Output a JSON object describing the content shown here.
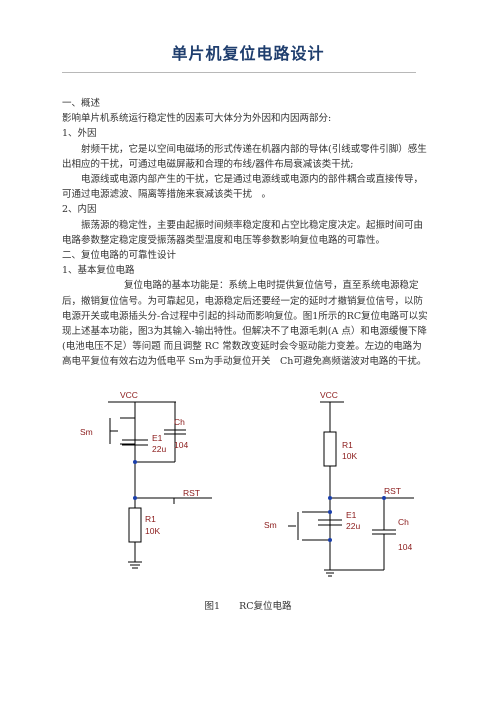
{
  "title": "单片机复位电路设计",
  "paragraphs": [
    "一、概述",
    "影响单片机系统运行稳定性的因素可大体分为外因和内因两部分:",
    "1、外因",
    "射频干扰，它是以空间电磁场的形式传递在机器内部的导体(引线或零件引脚）感生出相应的干扰，可通过电磁屏蔽和合理的布线/器件布局衰减该类干扰;",
    "电源线或电源内部产生的干扰，它是通过电源线或电源内的部件耦合或直接传导，可通过电源滤波、隔离等措施来衰减该类干扰　。",
    "2、内因",
    "振荡源的稳定性，主要由起振时间频率稳定度和占空比稳定度决定。起振时间可由电路参数整定稳定度受振荡器类型温度和电压等参数影响复位电路的可靠性。",
    "二、复位电路的可靠性设计",
    "1、基本复位电路",
    "复位电路的基本功能是：系统上电时提供复位信号，直至系统电源稳定后，撤销复位信号。为可靠起见，电源稳定后还要经一定的延时才撤销复位信号，以防电源开关或电源插头分-合过程中引起的抖动而影响复位。图1所示的RC复位电路可以实现上述基本功能，图3为其输入-输出特性。但解决不了电源毛刺(A 点）和电源缓慢下降(电池电压不足）等问题 而且调整 RC 常数改变延时会令驱动能力变差。左边的电路为高电平复位有效右边为低电平 Sm为手动复位开关　Ch可避免高频谐波对电路的干扰。"
  ],
  "figure": {
    "left": {
      "vcc": "VCC",
      "sw": "Sm",
      "e1": "E1",
      "e1_val": "22u",
      "ch": "Ch",
      "ch_val": "104",
      "rst": "RST",
      "r1": "R1",
      "r1_val": "10K"
    },
    "right": {
      "vcc": "VCC",
      "sw": "Sm",
      "e1": "E1",
      "e1_val": "22u",
      "ch": "Ch",
      "ch_val": "104",
      "rst": "RST",
      "r1": "R1",
      "r1_val": "10K"
    }
  },
  "caption": {
    "number": "图1",
    "text": "RC复位电路"
  }
}
